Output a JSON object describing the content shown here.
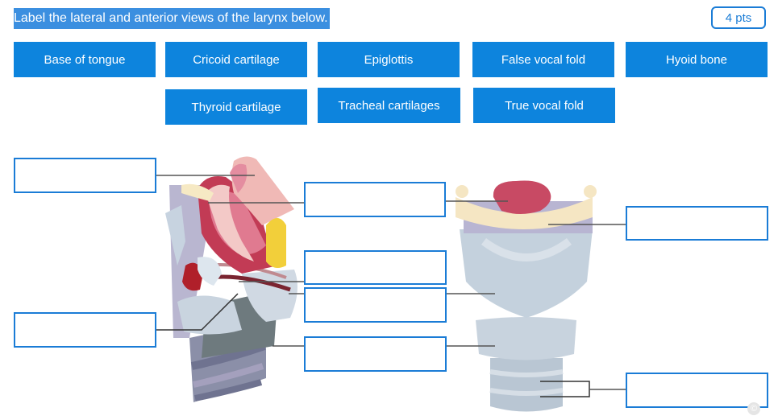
{
  "question": {
    "text": "Label the lateral and anterior views of the larynx below.",
    "points": "4 pts"
  },
  "answer_chips": [
    {
      "label": "Base of tongue"
    },
    {
      "label": "Cricoid cartilage"
    },
    {
      "label": "Epiglottis"
    },
    {
      "label": "False vocal fold"
    },
    {
      "label": "Hyoid bone"
    },
    {
      "label": "Thyroid cartilage"
    },
    {
      "label": "Tracheal cartilages"
    },
    {
      "label": "True vocal fold"
    }
  ],
  "drop_zones": [
    {
      "value": ""
    },
    {
      "value": ""
    },
    {
      "value": ""
    },
    {
      "value": ""
    },
    {
      "value": ""
    },
    {
      "value": ""
    },
    {
      "value": ""
    },
    {
      "value": ""
    }
  ],
  "copyright_symbol": "©",
  "colors": {
    "accent": "#0d84dd",
    "highlight": "#3b8fe0",
    "drop_border": "#1a7cd6"
  }
}
